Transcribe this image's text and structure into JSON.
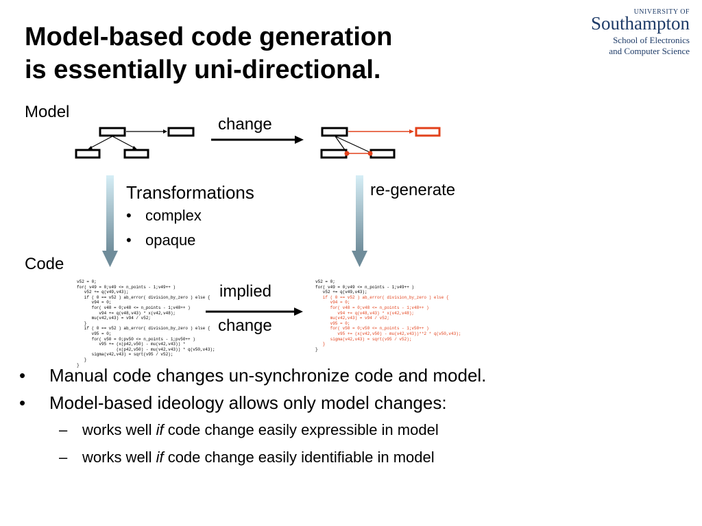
{
  "title": {
    "line1": "Model-based code generation",
    "line2": "is essentially uni-directional."
  },
  "logo": {
    "university_of": "UNIVERSITY OF",
    "name": "Southampton",
    "school_line1": "School of Electronics",
    "school_line2": "and Computer Science"
  },
  "diagram": {
    "model_label": "Model",
    "code_label": "Code",
    "change_label": "change",
    "regenerate_label": "re-generate",
    "transformations": {
      "heading": "Transformations",
      "items": [
        "complex",
        "opaque"
      ]
    },
    "implied_label": "implied",
    "implied_change_label": "change",
    "colors": {
      "highlight": "#e2401a",
      "arrow": "#8aa3b0"
    }
  },
  "code_left": "v52 = 0;\nfor( v49 = 0;v49 <= n_points - 1;v49++ )\n   v52 += q(v49,v43);\n   if ( 0 == v52 ) ab_error( division_by_zero ) else {\n      v94 = 0;\n      for( v48 = 0;v48 <= n_points - 1;v48++ )\n         v94 += q(v48,v43) * x(v42,v48);\n      mu(v42,v43) = v94 / v52;\n   }\n   if ( 0 == v52 ) ab_error( division_by_zero ) else {\n      v95 = 0;\n      for( v50 = 0;pv50 <= n_points - 1;pv50++ )\n         v95 += (x(p42,v50) - mu(v42,v43)) *\n                (x(p42,v50) - mu(v42,v43)) * q(v50,v43);\n      sigma(v42,v43) = sqrt(v95 / v52);\n   }\n}",
  "code_right_black_top": "v52 = 0;\nfor( v49 = 0;v49 <= n_points - 1;v49++ )\n   v52 += q(v49,v43);",
  "code_right_red": "   if ( 0 == v52 ) ab_error( division_by_zero ) else {\n      v94 = 0;\n      for( v48 = 0;v48 <= n_points - 1;v48++ )\n         v94 += q(v48,v43) * x(v42,v48);\n      mu(v42,v43) = v94 / v52;\n      v95 = 0;\n      for( v50 = 0;v50 <= n_points - 1;v50++ )\n         v95 += (x(v42,v50) - mu(v42,v43))**2 * q(v50,v43);\n      sigma(v42,v43) = sqrt(v95 / v52);\n   }",
  "code_right_black_bottom": "}",
  "bullets": [
    {
      "text": "Manual code changes un-synchronize code and model."
    },
    {
      "text": "Model-based ideology allows only model changes:"
    }
  ],
  "sub_bullets": [
    {
      "pre": "works well ",
      "em": "if",
      "post": " code change easily expressible in model"
    },
    {
      "pre": "works well ",
      "em": "if",
      "post": " code change easily identifiable in model"
    }
  ]
}
